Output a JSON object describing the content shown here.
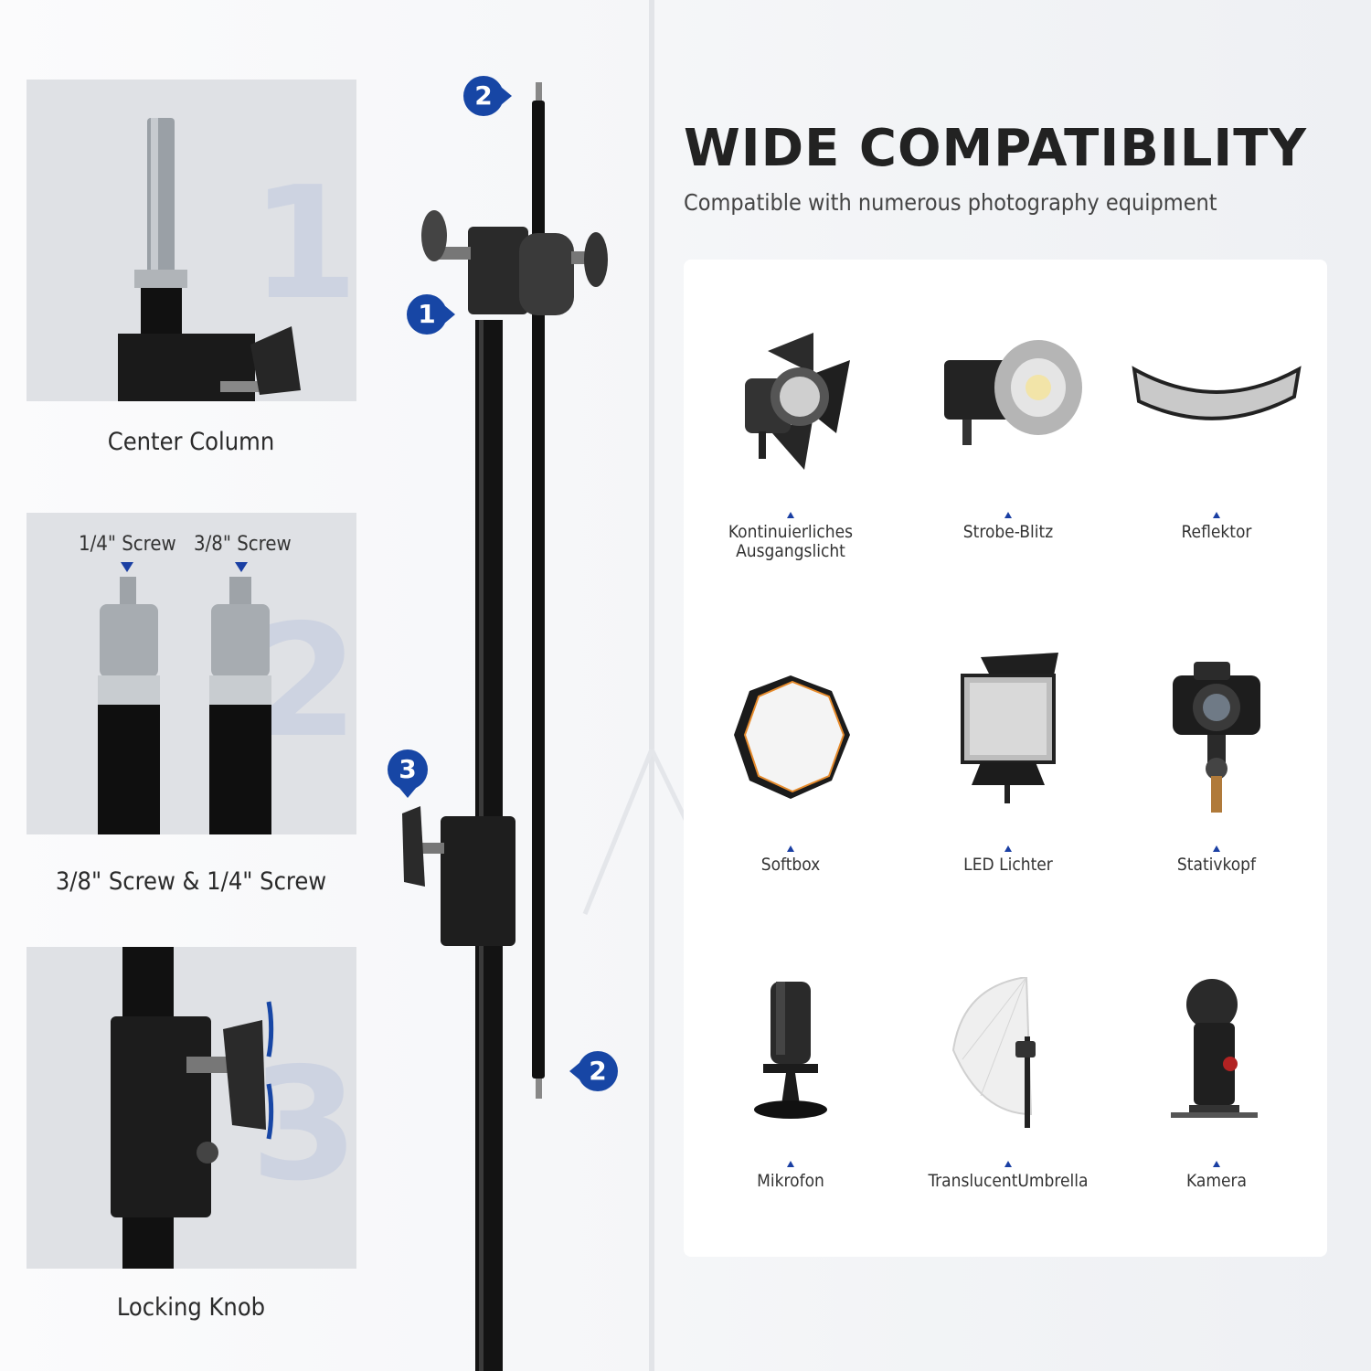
{
  "left_panels": [
    {
      "number": "1",
      "caption": "Center Column"
    },
    {
      "number": "2",
      "caption": "3/8\" Screw & 1/4\" Screw",
      "screw_labels": [
        "1/4\" Screw",
        "3/8\" Screw"
      ]
    },
    {
      "number": "3",
      "caption": "Locking Knob"
    }
  ],
  "badges": {
    "b1": "1",
    "b2_top": "2",
    "b2_bottom": "2",
    "b3": "3"
  },
  "header": {
    "title": "WIDE COMPATIBILITY",
    "subtitle": "Compatible with numerous photography equipment"
  },
  "equipment": [
    {
      "label": "Kontinuierliches\nAusgangslicht",
      "icon": "continuous-light-icon"
    },
    {
      "label": "Strobe-Blitz",
      "icon": "strobe-flash-icon"
    },
    {
      "label": "Reflektor",
      "icon": "reflector-icon"
    },
    {
      "label": "Softbox",
      "icon": "softbox-icon"
    },
    {
      "label": "LED Lichter",
      "icon": "led-panel-icon"
    },
    {
      "label": "Stativkopf",
      "icon": "camera-tripod-head-icon"
    },
    {
      "label": "Mikrofon",
      "icon": "microphone-icon"
    },
    {
      "label": "TranslucentUmbrella",
      "icon": "umbrella-icon"
    },
    {
      "label": "Kamera",
      "icon": "speedlight-flash-icon"
    }
  ],
  "colors": {
    "accent": "#1746a5",
    "text": "#222222"
  }
}
